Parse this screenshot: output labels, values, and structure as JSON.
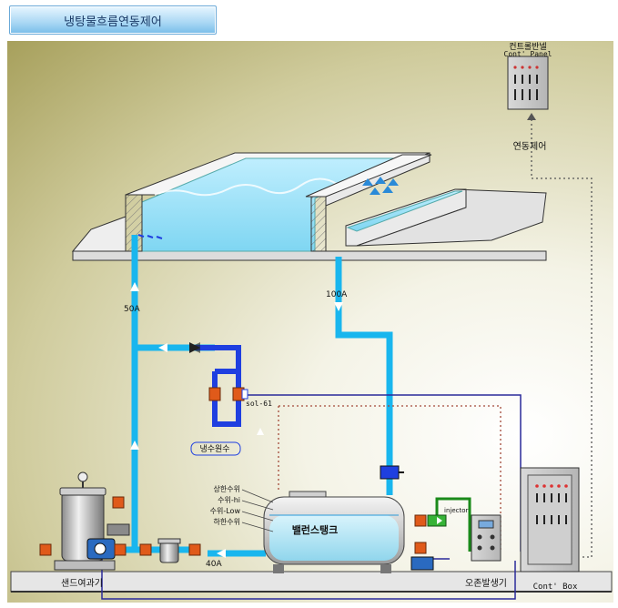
{
  "header": {
    "title": "냉탕물흐름연동제어"
  },
  "labels": {
    "control_panel_ko": "컨트롤반넬",
    "control_panel_en": "Cont' Panel",
    "interlock_control": "연동제어",
    "pipe_50a": "50A",
    "pipe_100a": "100A",
    "pipe_40a": "40A",
    "supply_water": "냉수원수",
    "solenoid": "sol-61",
    "water_level_upper": "상한수위",
    "water_level_hi": "수위-hi",
    "water_level_low": "수위-Low",
    "water_level_lower": "하한수위",
    "balance_tank": "밸런스탱크",
    "injector": "injector",
    "sand_filter": "샌드여과기",
    "ozone_generator": "오존발생기",
    "cont_box": "Cont' Box"
  },
  "colors": {
    "water_pipe": "#19b6ee",
    "supply_pipe": "#1f3fe0",
    "control_line": "#3a3aa0",
    "signal_dotted": "#a34a3a",
    "valve": "#e05a1a",
    "ozone_pipe": "#1a8a1a"
  }
}
